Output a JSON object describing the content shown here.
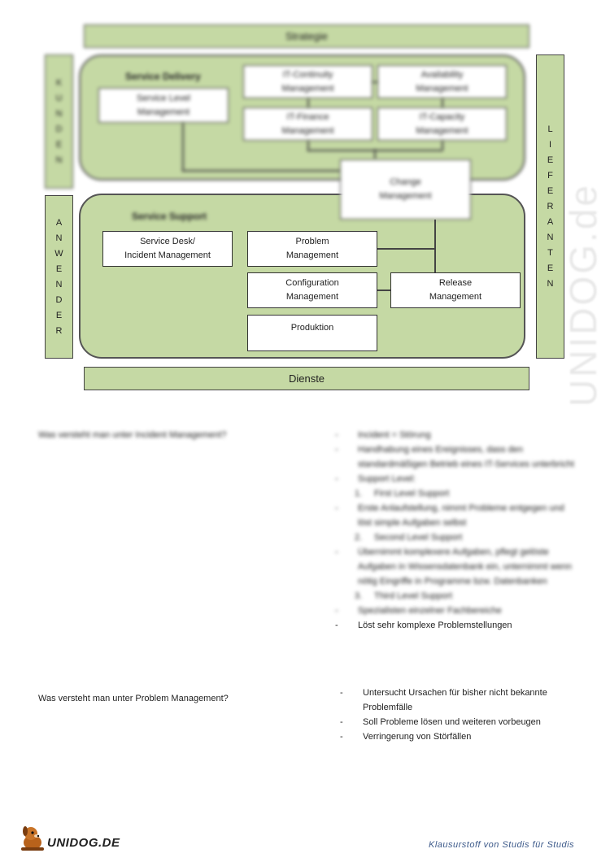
{
  "diagram": {
    "strategie": "Strategie",
    "dienste": "Dienste",
    "kunden_letters": [
      "K",
      "U",
      "N",
      "D",
      "E",
      "N"
    ],
    "anwender_letters": [
      "A",
      "N",
      "W",
      "E",
      "N",
      "D",
      "E",
      "R"
    ],
    "lieferanten_letters": [
      "L",
      "I",
      "E",
      "F",
      "E",
      "R",
      "A",
      "N",
      "T",
      "E",
      "N"
    ],
    "service_delivery": {
      "title": "Service Delivery",
      "service_level": [
        "Service Level",
        "Management"
      ],
      "it_continuity": [
        "IT-Continuity",
        "Management"
      ],
      "availability": [
        "Availability",
        "Management"
      ],
      "it_finance": [
        "IT-Finance",
        "Management"
      ],
      "it_capacity": [
        "IT-Capacity",
        "Management"
      ]
    },
    "change_management": [
      "Change",
      "Management"
    ],
    "service_support": {
      "title": "Service Support",
      "service_desk": [
        "Service Desk/",
        "Incident Management"
      ],
      "problem": [
        "Problem",
        "Management"
      ],
      "configuration": [
        "Configuration",
        "Management"
      ],
      "release": [
        "Release",
        "Management"
      ],
      "produktion": "Produktion"
    }
  },
  "qa1": {
    "question": "Was versteht man unter Incident Management?",
    "items": [
      {
        "type": "dash",
        "text": "Incident = Störung"
      },
      {
        "type": "dash",
        "text": "Handhabung eines Ereignisses, dass den standardmäßigen Betrieb eines IT-Services unterbricht"
      },
      {
        "type": "dash",
        "text": "Support Level:"
      },
      {
        "type": "num",
        "n": "1.",
        "text": "First Level Support"
      },
      {
        "type": "dash",
        "text": "Erste Anlaufstellung, nimmt Probleme entgegen und löst simple Aufgaben selbst"
      },
      {
        "type": "num",
        "n": "2.",
        "text": "Second Level Support"
      },
      {
        "type": "dash",
        "text": "Übernimmt komplexere Aufgaben, pflegt gelöste Aufgaben in Wissensdatenbank ein, unternimmt wenn nötig Eingriffe in Programme bzw. Datenbanken"
      },
      {
        "type": "num",
        "n": "3.",
        "text": "Third Level Support"
      },
      {
        "type": "dash",
        "text": "Spezialisten einzelner Fachbereiche"
      },
      {
        "type": "dash",
        "text": "Löst sehr komplexe Problemstellungen"
      }
    ]
  },
  "qa2": {
    "question": "Was versteht man unter Problem Management?",
    "items": [
      {
        "type": "dash",
        "text": "Untersucht Ursachen für bisher nicht bekannte Problemfälle"
      },
      {
        "type": "dash",
        "text": "Soll Probleme lösen und weiteren vorbeugen"
      },
      {
        "type": "dash",
        "text": "Verringerung von Störfällen"
      }
    ]
  },
  "watermark": "UNIDOG.de",
  "footer": {
    "logo": "UNIDOG.DE",
    "tagline": "Klausurstoff von Studis für Studis"
  }
}
